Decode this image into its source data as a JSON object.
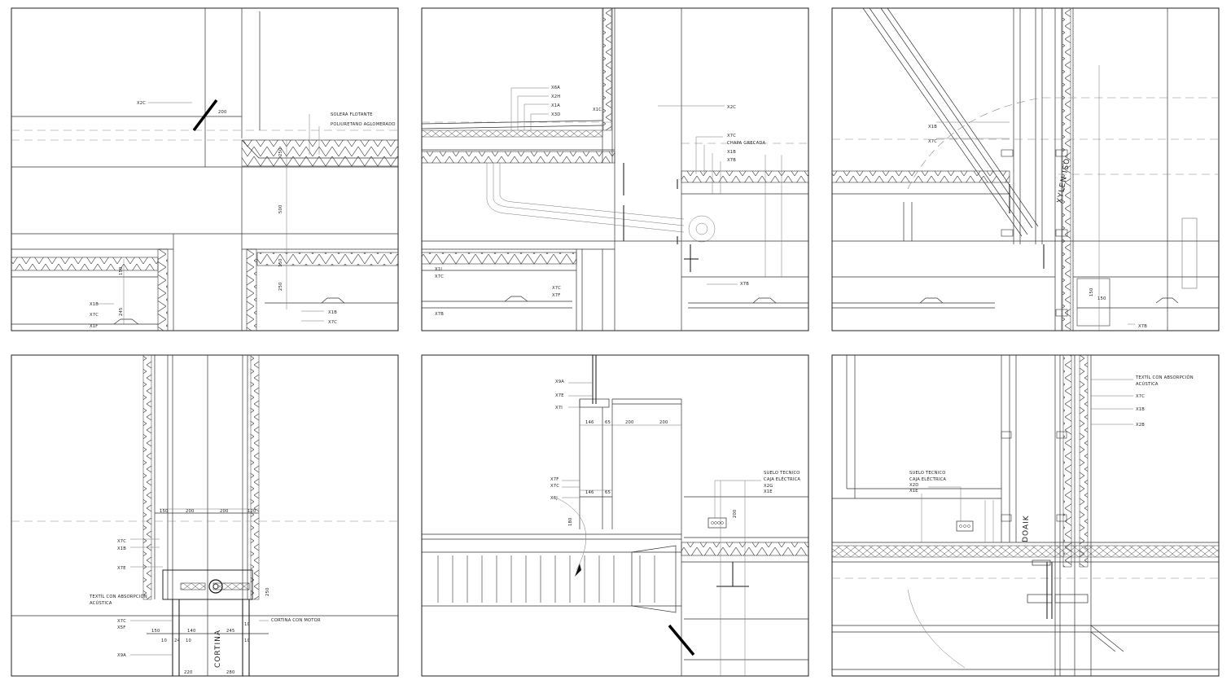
{
  "colors": {
    "line": "#333333",
    "background": "#ffffff",
    "cut_mark": "#000000"
  },
  "panels": [
    {
      "id": "p1",
      "labels": {
        "x2c": "X2C",
        "dim_200": "200",
        "solera": "SOLERA FLOTANTE",
        "poliuretano": "POLIURETANO AGLOMERADO",
        "dim_250": "250",
        "dim_500": "500",
        "dim_150": "150",
        "dim_250b": "250",
        "x1b": "X1B",
        "x7c": "X7C",
        "x1f": "X1F",
        "x1b_r": "X1B",
        "x7c_r": "X7C",
        "dim_150b": "150",
        "dim_245": "245"
      }
    },
    {
      "id": "p2",
      "labels": {
        "x6a": "X6A",
        "x2h": "X2H",
        "x1a": "X1A",
        "x3d": "X3D",
        "x1c": "X1C",
        "x2c": "X2C",
        "x7c": "X7C",
        "chapa": "CHAPA GRECADA",
        "x1b": "X1B",
        "x7b": "X7B",
        "x1i": "X1I",
        "x7c_b": "X7C",
        "x7c_c": "X7C",
        "x7f": "X7F",
        "x7b_b": "X7B",
        "x7b_c": "X7B"
      }
    },
    {
      "id": "p3",
      "labels": {
        "x1b": "X1B",
        "x7c": "X7C",
        "x7b": "X7B",
        "dim_150": "150",
        "dim_150b": "150",
        "rotated": "XYLEN ISO"
      }
    },
    {
      "id": "p4",
      "labels": {
        "d150": "150",
        "d200a": "200",
        "d200b": "200",
        "d120": "120",
        "x7c": "X7C",
        "x1b": "X1B",
        "x7e": "X7E",
        "textil1": "TEXTÍL CON ABSORPCIÓN",
        "textil2": "ACÚSTICA",
        "x7c_b": "X7C",
        "x5f": "X5F",
        "cortina_motor": "CORTINA CON MOTOR",
        "d250": "250",
        "d10": "10",
        "d150b": "150",
        "d140": "140",
        "d245": "245",
        "d10b": "10",
        "d24": "24",
        "d10c": "10",
        "d10d": "10",
        "cortina": "CORTINA",
        "x9a": "X9A",
        "d220": "220",
        "d280": "280"
      }
    },
    {
      "id": "p5",
      "labels": {
        "x9a": "X9A",
        "x7e": "X7E",
        "x7i": "X7I",
        "d146": "146",
        "d65": "65",
        "d200a": "200",
        "d200b": "200",
        "suelo": "SUELO TECNICO",
        "caja": "CAJA ELÉCTRICA",
        "x2g": "X2G",
        "x1e": "X1E",
        "x7f": "X7F",
        "x7c": "X7C",
        "x6j": "X6J",
        "d146b": "146",
        "d65b": "65",
        "d200c": "200",
        "d180": "180"
      }
    },
    {
      "id": "p6",
      "labels": {
        "textil1": "TEXTÍL CON ABSORPCIÓN",
        "textil2": "ACÚSTICA",
        "x7c": "X7C",
        "x1b": "X1B",
        "x2b": "X2B",
        "suelo": "SUELO TECNICO",
        "caja": "CAJA ELÉCTRICA",
        "x2d": "X2D",
        "x1e": "X1E",
        "rotated": "DOAIK"
      }
    }
  ]
}
